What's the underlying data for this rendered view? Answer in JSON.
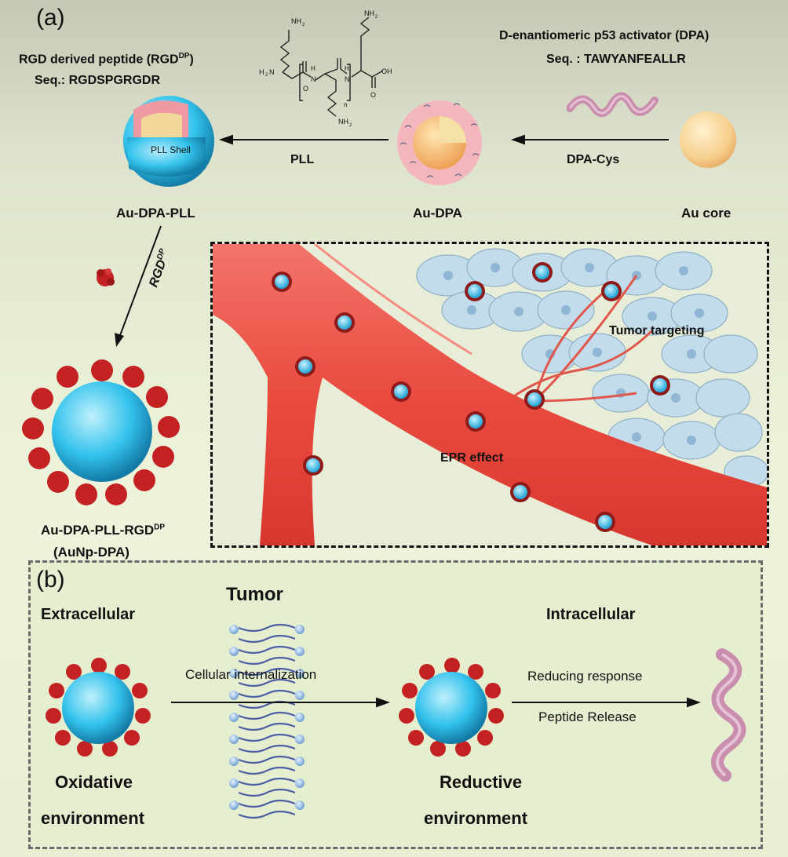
{
  "panel_a": {
    "letter": "(a)",
    "rgd_title": "RGD derived peptide (RGD",
    "rgd_title_sup": "DP",
    "rgd_title_end": ")",
    "rgd_seq": "Seq.: RGDSPGRGDR",
    "dpa_title": "D-enantiomeric p53 activator (DPA)",
    "dpa_seq": "Seq. : TAWYANFEALLR",
    "pll_shell": "PLL Shell",
    "arrow_pll": "PLL",
    "arrow_dpa_cys": "DPA-Cys",
    "au_dpa_pll": "Au-DPA-PLL",
    "au_dpa": "Au-DPA",
    "au_core": "Au core",
    "rgd_arrow": "RGD",
    "rgd_arrow_sup": "DP",
    "final_name": "Au-DPA-PLL-RGD",
    "final_name_sup": "DP",
    "final_alias": "(AuNp-DPA)",
    "tumor_targeting": "Tumor targeting",
    "epr_effect": "EPR effect",
    "chem": {
      "nh2_1": "NH",
      "nh2_2": "NH",
      "nh2_3": "NH",
      "nh2_4": "NH",
      "h2n": "H",
      "h2n_n": "N",
      "oh": "OH",
      "o1": "O",
      "o2": "O",
      "h1": "H",
      "n1": "N",
      "h2": "H",
      "n2": "N",
      "n_sub": "n",
      "sub2": "2"
    }
  },
  "panel_b": {
    "letter": "(b)",
    "tumor": "Tumor",
    "extracellular": "Extracellular",
    "intracellular": "Intracellular",
    "cellular_internalization": "Cellular internalization",
    "reducing_response": "Reducing response",
    "peptide_release": "Peptide Release",
    "oxidative": "Oxidative",
    "environment_left": "environment",
    "reductive": "Reductive",
    "environment_right": "environment"
  },
  "colors": {
    "gold": "#f4cc84",
    "blue": "#33c2ec",
    "pink_shell": "#f3b3b6",
    "vessel": "#ea4b3f",
    "peptide_red": "#c42222",
    "helix_pink": "#c98eae",
    "cell_blue": "#c3dcec"
  }
}
